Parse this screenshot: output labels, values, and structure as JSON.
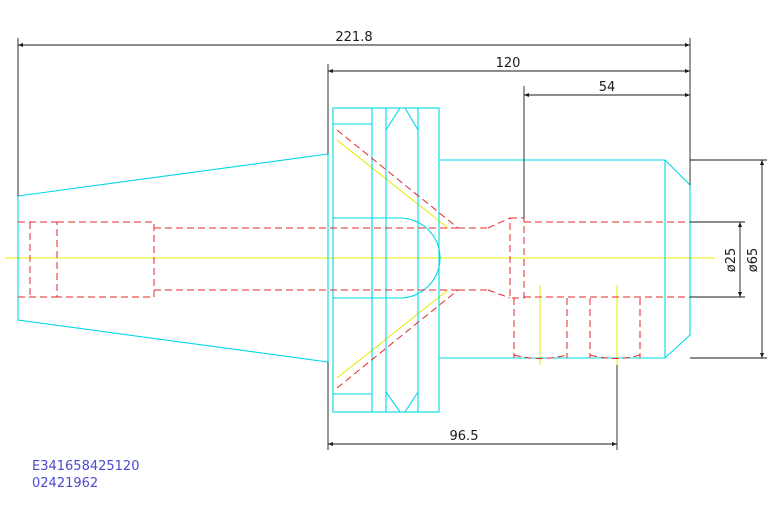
{
  "dimensions": {
    "overall_length": "221.8",
    "flange_to_end": "120",
    "bore_depth": "54",
    "flange_to_groove": "96.5",
    "bore_diameter": "ø25",
    "outer_diameter": "ø65"
  },
  "part_code": {
    "line1": "E341658425120",
    "line2": "02421962"
  },
  "colors": {
    "outline": "#00d8e8",
    "hidden": "#e02a2a",
    "centerline": "#e8e800",
    "dimension": "#1a1a1a",
    "code_text": "#4a4ad0"
  }
}
